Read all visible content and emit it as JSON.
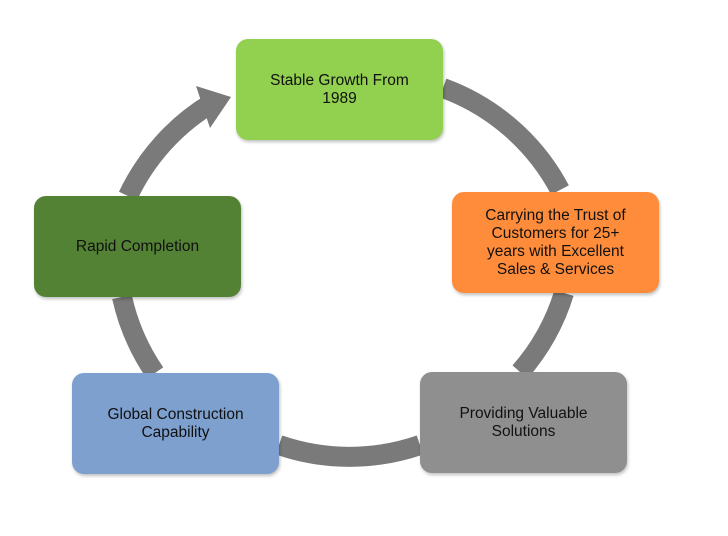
{
  "diagram": {
    "ring_color": "#7a7a7a",
    "nodes": [
      {
        "label": "Stable Growth From\n1989",
        "color": "#92d050"
      },
      {
        "label": "Carrying the Trust of\nCustomers for 25+\nyears with Excellent\nSales & Services",
        "color": "#ff8c3a"
      },
      {
        "label": "Providing Valuable\nSolutions",
        "color": "#8f8f8f"
      },
      {
        "label": "Global Construction\nCapability",
        "color": "#7da0cf"
      },
      {
        "label": "Rapid Completion",
        "color": "#548235"
      }
    ]
  }
}
